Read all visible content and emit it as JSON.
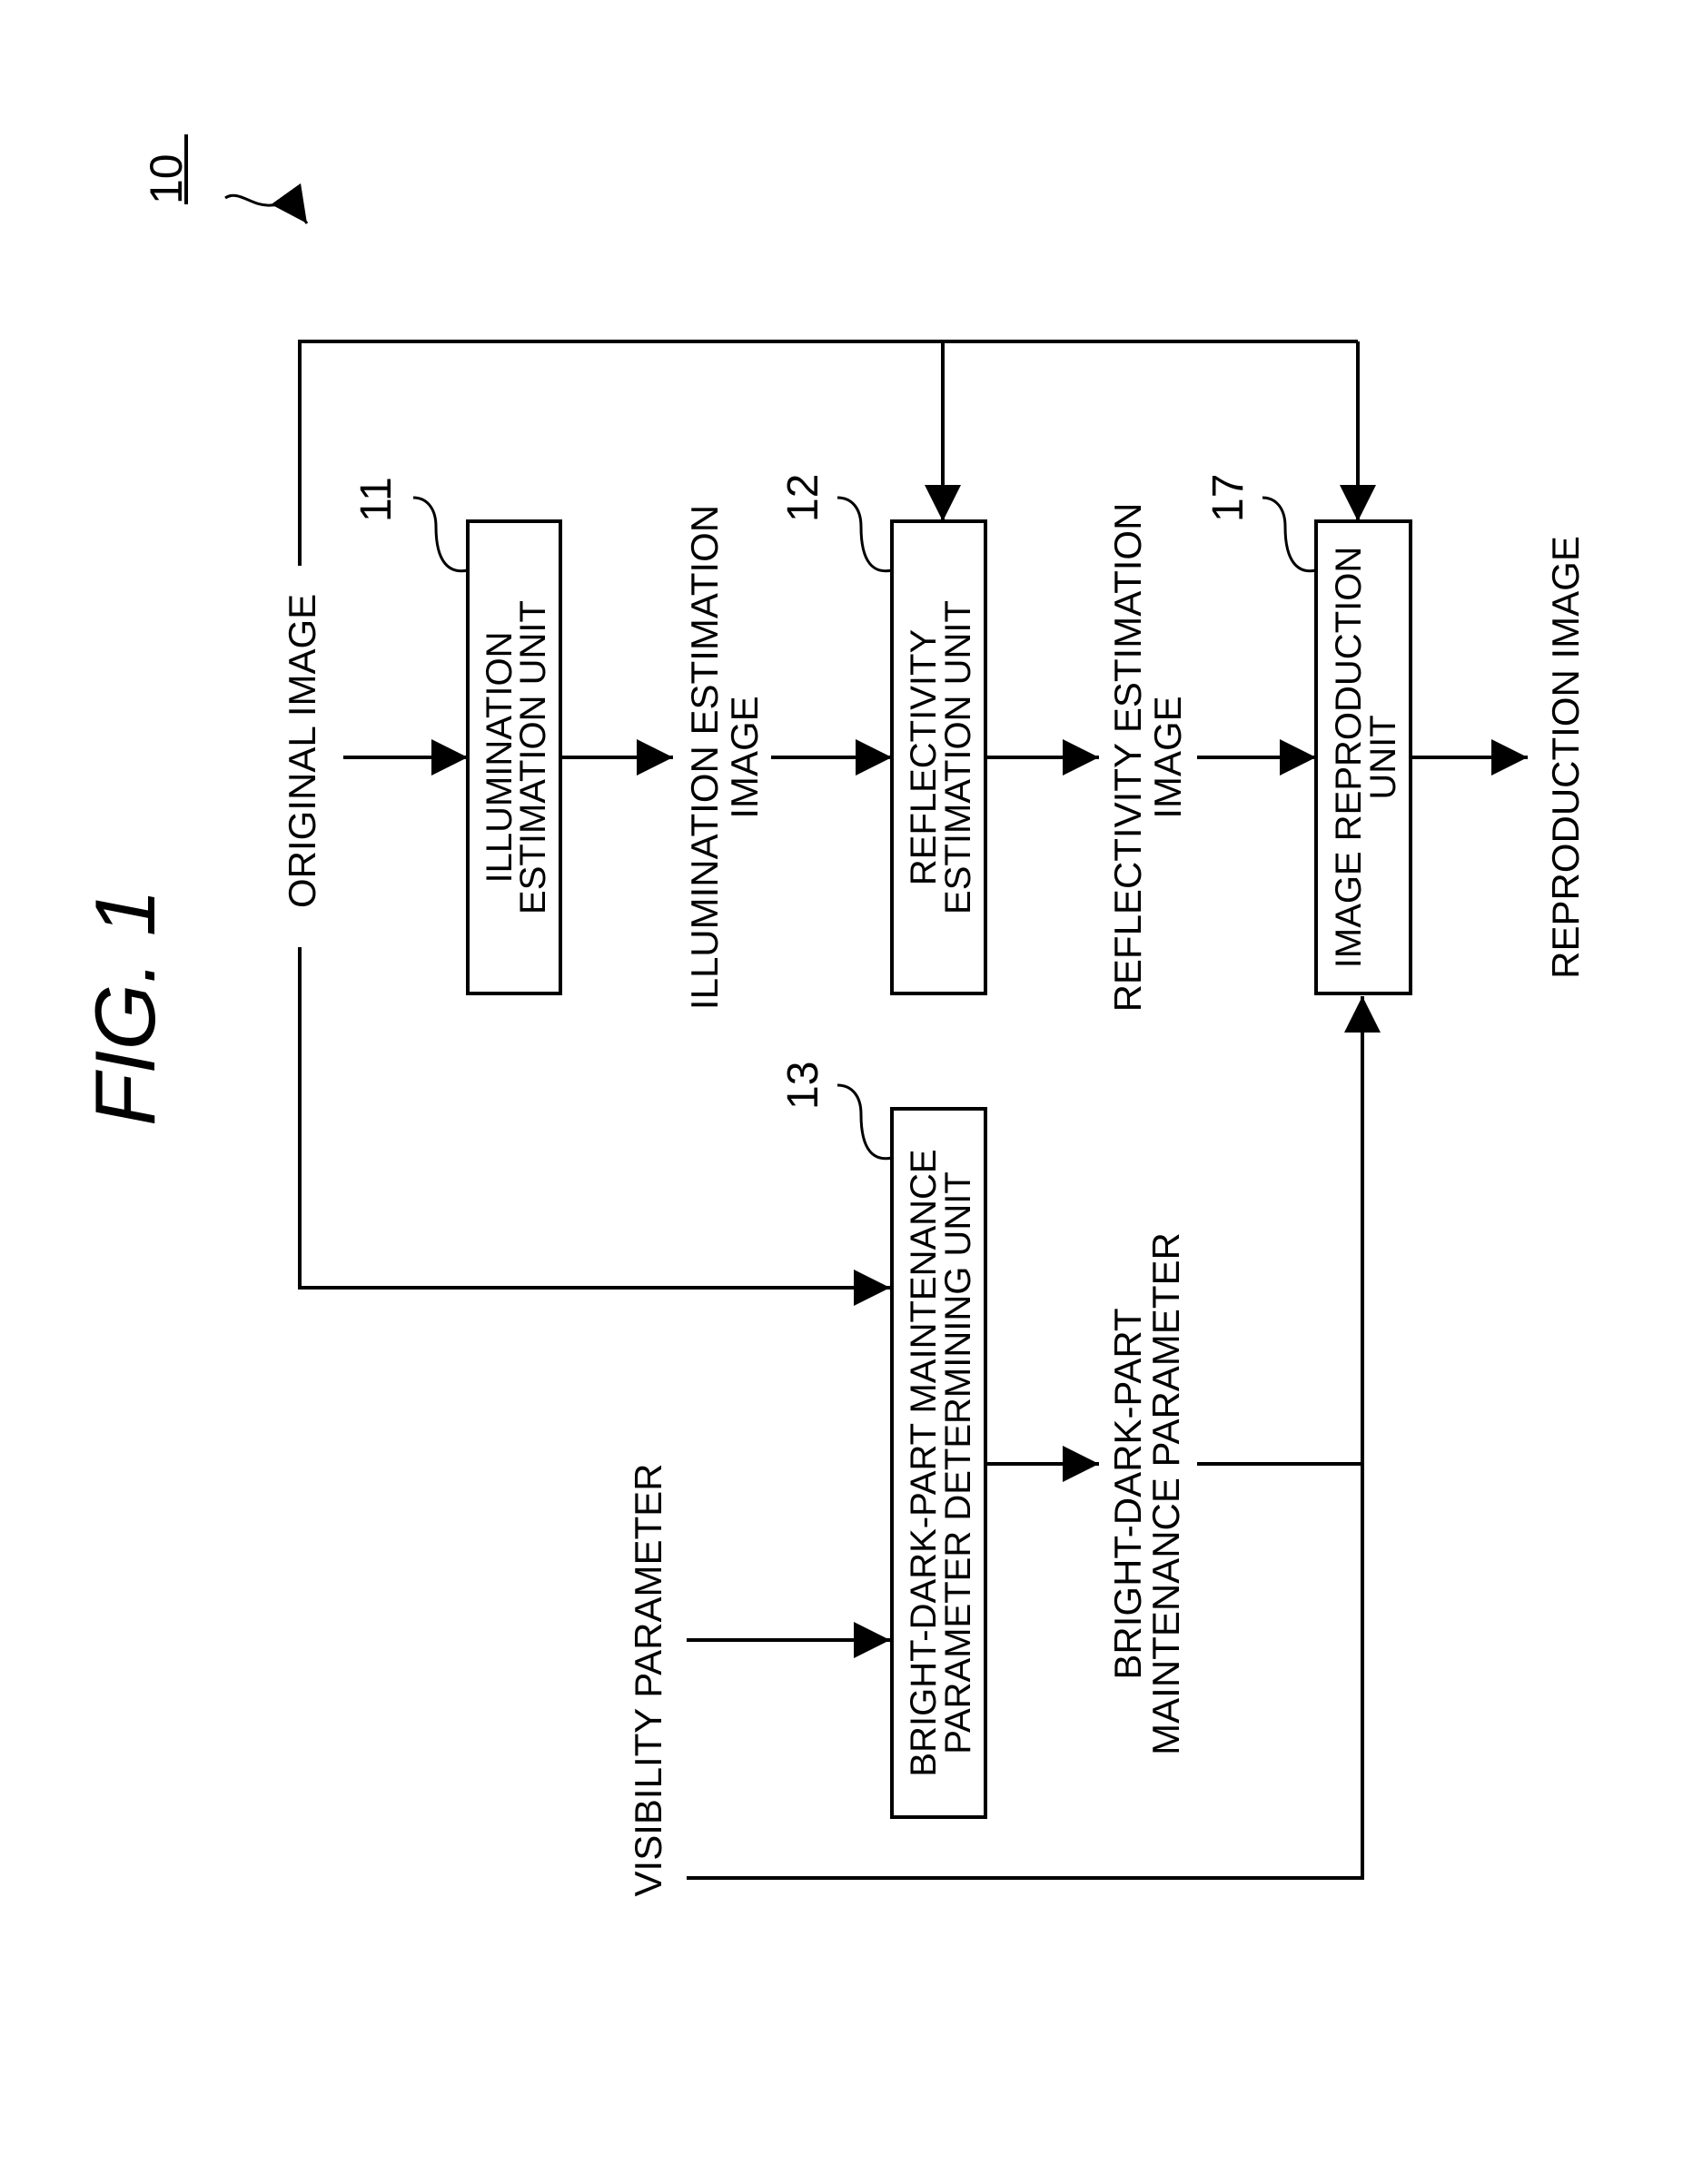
{
  "figure": {
    "title": "FIG. 1",
    "device_ref": "10"
  },
  "inputs": {
    "original_image": "ORIGINAL IMAGE",
    "visibility_parameter": "VISIBILITY PARAMETER"
  },
  "blocks": {
    "illumination_unit": {
      "ref": "11",
      "line1": "ILLUMINATION",
      "line2": "ESTIMATION UNIT"
    },
    "reflectivity_unit": {
      "ref": "12",
      "line1": "REFLECTIVITY",
      "line2": "ESTIMATION UNIT"
    },
    "image_reproduction_unit": {
      "ref": "17",
      "line1": "IMAGE REPRODUCTION",
      "line2": "UNIT"
    },
    "bright_dark_unit": {
      "ref": "13",
      "line1": "BRIGHT-DARK-PART MAINTENANCE",
      "line2": "PARAMETER DETERMINING UNIT"
    }
  },
  "signals": {
    "illumination_image": {
      "line1": "ILLUMINATION ESTIMATION",
      "line2": "IMAGE"
    },
    "reflectivity_image": {
      "line1": "REFLECTIVITY ESTIMATION",
      "line2": "IMAGE"
    },
    "reproduction_image": "REPRODUCTION IMAGE",
    "bright_dark_parameter": {
      "line1": "BRIGHT-DARK-PART",
      "line2": "MAINTENANCE PARAMETER"
    }
  }
}
